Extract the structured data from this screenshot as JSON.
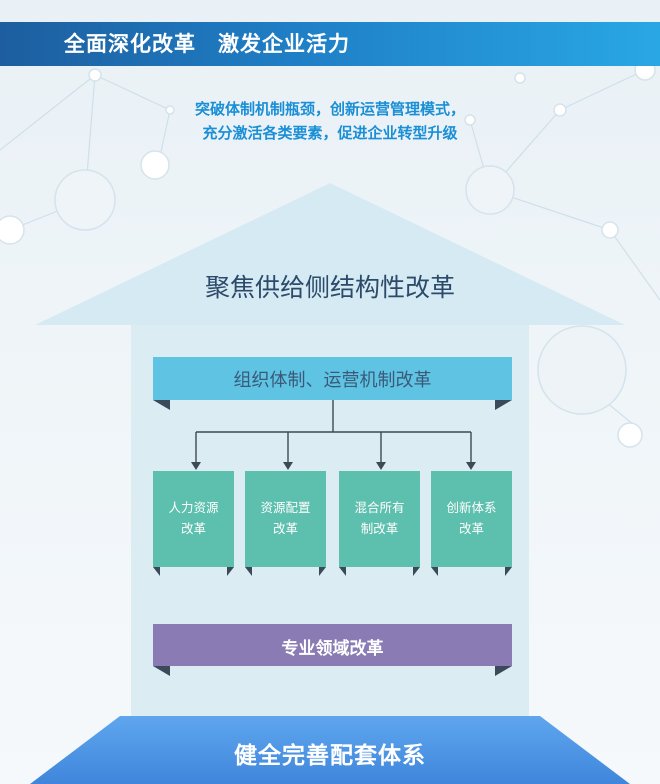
{
  "header": {
    "title": "全面深化改革　激发企业活力"
  },
  "subtitle": {
    "line1": "突破体制机制瓶颈，创新运营管理模式，",
    "line2": "充分激活各类要素，促进企业转型升级"
  },
  "roof": {
    "title": "聚焦供给侧结构性改革"
  },
  "main_box": {
    "label": "组织体制、运营机制改革"
  },
  "cards": [
    {
      "line1": "人力资源",
      "line2": "改革"
    },
    {
      "line1": "资源配置",
      "line2": "改革"
    },
    {
      "line1": "混合所有",
      "line2": "制改革"
    },
    {
      "line1": "创新体系",
      "line2": "改革"
    }
  ],
  "specialty_box": {
    "label": "专业领域改革"
  },
  "base": {
    "title": "健全完善配套体系"
  },
  "colors": {
    "header_start": "#1d5e9f",
    "header_end": "#29a7e4",
    "subtitle": "#1b8fd6",
    "house_body": "#dcecf3",
    "main_box": "#5fc3e4",
    "cards": "#5dbfad",
    "specialty_box": "#8a7bb4",
    "base": "#4a93e6"
  }
}
